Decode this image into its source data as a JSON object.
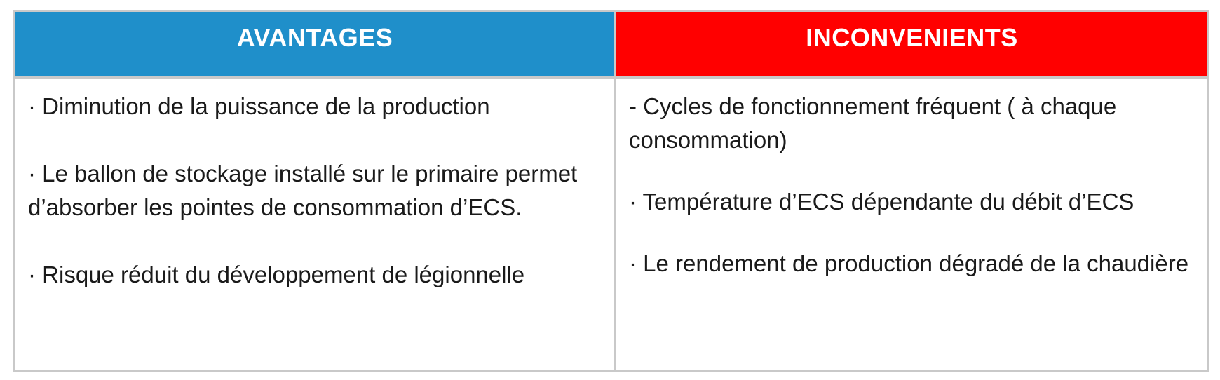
{
  "table": {
    "avantages": {
      "header": "AVANTAGES",
      "items": [
        "· Diminution de la puissance de la production",
        "· Le ballon de stockage installé sur le primaire permet d’absorber les pointes de consommation d’ECS.",
        "· Risque réduit du développement de légionnelle"
      ]
    },
    "inconvenients": {
      "header": "INCONVENIENTS",
      "items": [
        "- Cycles de fonctionnement fréquent ( à chaque consommation)",
        "· Température d’ECS dépendante du débit d’ECS",
        "· Le rendement de production dégradé de la chaudière"
      ]
    }
  },
  "colors": {
    "avantages_header": "#1f8fca",
    "inconvenients_header": "#ff0000",
    "border": "#c9c9c9"
  }
}
